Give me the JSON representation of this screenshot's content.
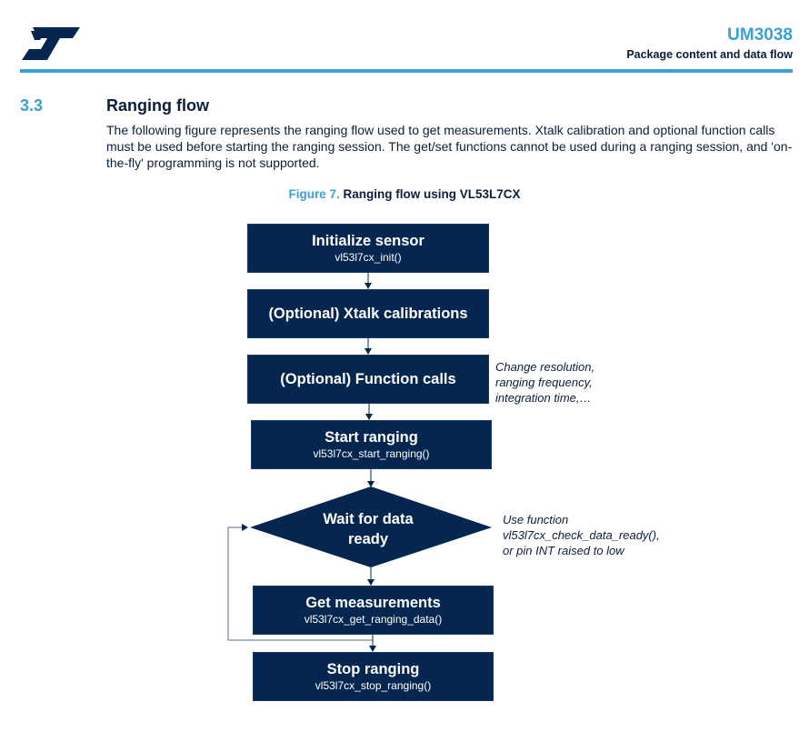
{
  "header": {
    "doc_id": "UM3038",
    "section_title": "Package content and data flow"
  },
  "section": {
    "number": "3.3",
    "title": "Ranging flow",
    "paragraph": "The following figure represents the ranging flow used to get measurements. Xtalk calibration and optional function calls must be used before starting the ranging session. The get/set functions cannot be used during a ranging session, and 'on-the-fly' programming is not supported."
  },
  "figure": {
    "number_label": "Figure 7.",
    "title": "Ranging flow using VL53L7CX",
    "steps": {
      "init": {
        "title": "Initialize sensor",
        "sub": "vl53l7cx_init()"
      },
      "xtalk": {
        "title": "(Optional) Xtalk calibrations"
      },
      "func": {
        "title": "(Optional) Function calls"
      },
      "start": {
        "title": "Start ranging",
        "sub": "vl53l7cx_start_ranging()"
      },
      "wait": {
        "line1": "Wait for data",
        "line2": "ready"
      },
      "get": {
        "title": "Get measurements",
        "sub": "vl53l7cx_get_ranging_data()"
      },
      "stop": {
        "title": "Stop ranging",
        "sub": "vl53l7cx_stop_ranging()"
      }
    },
    "notes": {
      "func": [
        "Change resolution,",
        "ranging frequency,",
        "integration time,…"
      ],
      "wait": [
        "Use function",
        "vl53l7cx_check_data_ready(),",
        "or pin INT raised to low"
      ]
    }
  },
  "colors": {
    "brand_blue": "#3ca0d8",
    "box_fill": "#04264f",
    "text_dark": "#0b1e3a"
  }
}
